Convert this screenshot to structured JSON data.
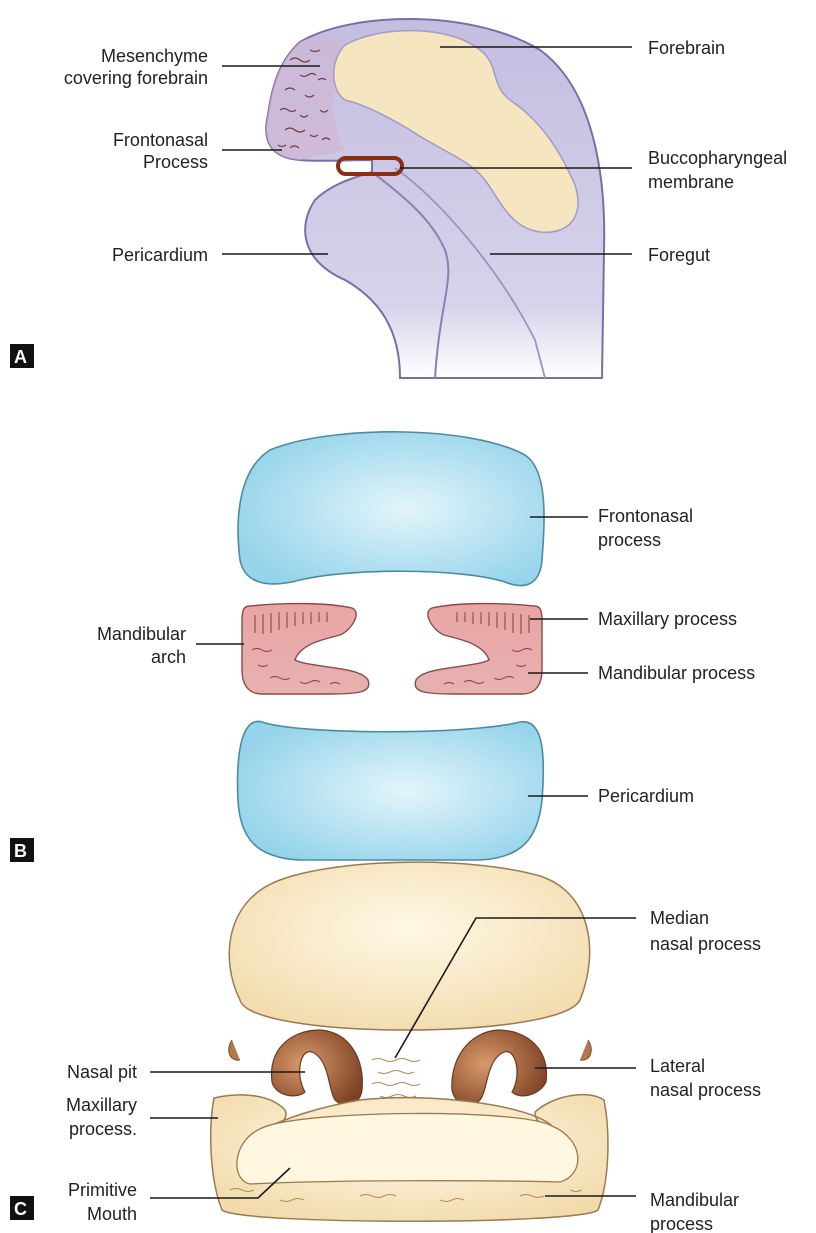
{
  "panels": {
    "a": {
      "badge": "A",
      "labels": {
        "mesenchyme_1": "Mesenchyme",
        "mesenchyme_2": "covering forebrain",
        "frontonasal_1": "Frontonasal",
        "frontonasal_2": "Process",
        "pericardium": "Pericardium",
        "forebrain": "Forebrain",
        "bucco_1": "Buccopharyngeal",
        "bucco_2": "membrane",
        "foregut": "Foregut"
      }
    },
    "b": {
      "badge": "B",
      "labels": {
        "frontonasal_1": "Frontonasal",
        "frontonasal_2": "process",
        "mandibular_arch_1": "Mandibular",
        "mandibular_arch_2": "arch",
        "maxillary": "Maxillary process",
        "mandibular": "Mandibular process",
        "pericardium": "Pericardium"
      }
    },
    "c": {
      "badge": "C",
      "labels": {
        "median_1": "Median",
        "median_2": "nasal process",
        "nasal_pit": "Nasal pit",
        "maxillary_1": "Maxillary",
        "maxillary_2": "process.",
        "primitive_1": "Primitive",
        "primitive_2": "Mouth",
        "lateral_1": "Lateral",
        "lateral_2": "nasal process",
        "mandibular_1": "Mandibular",
        "mandibular_2": "process"
      }
    }
  },
  "colors": {
    "embryo_lavender": "#c9c5e2",
    "forebrain_cream": "#f6e6c0",
    "membrane_brown": "#8a2e17",
    "blue_process": "#bde6f2",
    "pink_arch": "#e49c9c",
    "cream_face": "#f7e9c8",
    "brown_pit": "#9a5a3a"
  }
}
